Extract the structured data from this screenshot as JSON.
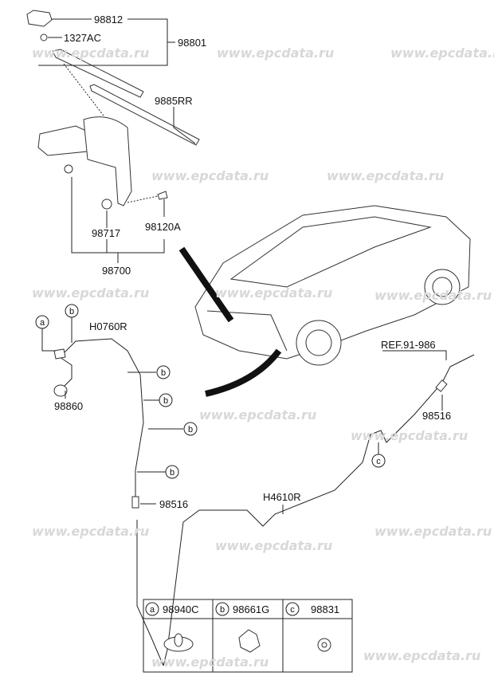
{
  "watermark": "www.epcdata.ru",
  "labels": {
    "p98812": "98812",
    "p1327ac": "1327AC",
    "p98801": "98801",
    "p9885rr": "9885RR",
    "p98717": "98717",
    "p98120a": "98120A",
    "p98700": "98700",
    "h0760r": "H0760R",
    "p98860": "98860",
    "p98516_a": "98516",
    "p98516_b": "98516",
    "ref": "REF.91-986",
    "h4610r": "H4610R"
  },
  "callouts": {
    "a": "a",
    "b": "b",
    "c": "c"
  },
  "legend_table": [
    {
      "letter": "a",
      "part": "98940C"
    },
    {
      "letter": "b",
      "part": "98661G"
    },
    {
      "letter": "c",
      "part": "98831"
    }
  ]
}
